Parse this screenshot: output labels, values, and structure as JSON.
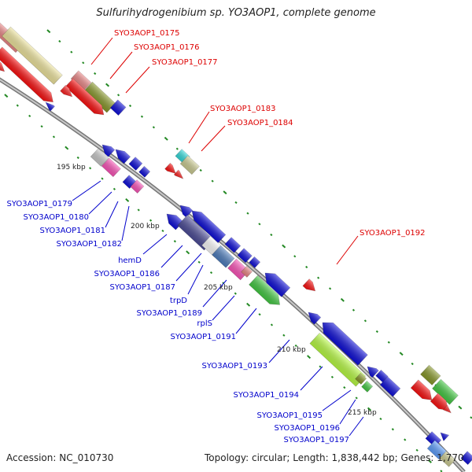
{
  "title": "Sulfurihydrogenibium sp. YO3AOP1, complete genome",
  "accession": "Accession: NC_010730",
  "summary": "Topology: circular; Length: 1,838,442 bp; Genes: 1,770",
  "scale_labels": [
    "195 kbp",
    "200 kbp",
    "205 kbp",
    "210 kbp",
    "215 kbp"
  ],
  "colors": {
    "forward_label": "#dd0000",
    "reverse_label": "#0000cc",
    "backbone": "#999999"
  },
  "forward_genes": [
    "SYO3AOP1_0175",
    "SYO3AOP1_0176",
    "SYO3AOP1_0177",
    "SYO3AOP1_0183",
    "SYO3AOP1_0184",
    "SYO3AOP1_0192"
  ],
  "reverse_genes": [
    "SYO3AOP1_0179",
    "SYO3AOP1_0180",
    "SYO3AOP1_0181",
    "SYO3AOP1_0182",
    "hemD",
    "SYO3AOP1_0186",
    "SYO3AOP1_0187",
    "trpD",
    "SYO3AOP1_0189",
    "rplS",
    "SYO3AOP1_0191",
    "SYO3AOP1_0193",
    "SYO3AOP1_0194",
    "SYO3AOP1_0195",
    "SYO3AOP1_0196",
    "SYO3AOP1_0197"
  ]
}
